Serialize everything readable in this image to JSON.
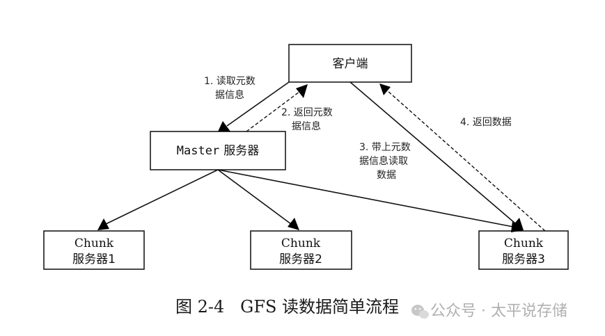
{
  "nodes": {
    "client": {
      "label": "客户端"
    },
    "master": {
      "label_en": "Master",
      "label_cn": "服务器"
    },
    "chunk1": {
      "line1": "Chunk",
      "line2": "服务器1"
    },
    "chunk2": {
      "line1": "Chunk",
      "line2": "服务器2"
    },
    "chunk3": {
      "line1": "Chunk",
      "line2": "服务器3"
    }
  },
  "edges": {
    "step1": {
      "line1": "1. 读取元数",
      "line2": "据信息"
    },
    "step2": {
      "line1": "2. 返回元数",
      "line2": "据信息"
    },
    "step3": {
      "line1": "3. 带上元数",
      "line2": "据信息读取",
      "line3": "数据"
    },
    "step4": {
      "line1": "4. 返回数据"
    }
  },
  "caption": "图 2-4   GFS 读数据简单流程",
  "watermark": "公众号 · 太平说存储"
}
